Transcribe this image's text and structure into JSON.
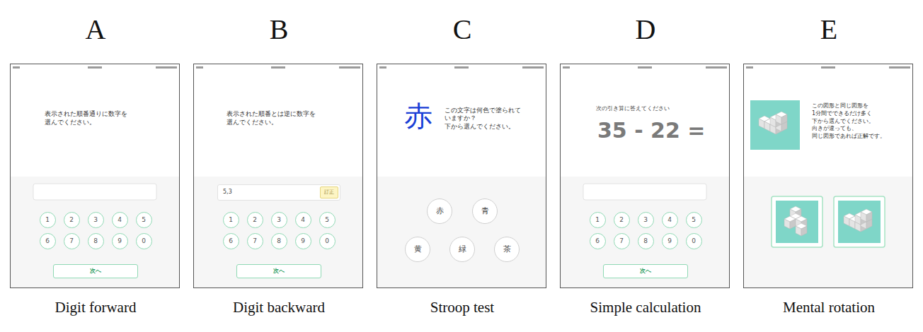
{
  "diagram": {
    "nodes": [
      {
        "text": [
          "A",
          "表示された順番通りに数字を 選んでください。",
          "Digit forward"
        ]
      },
      {
        "text": [
          "1"
        ],
        "in": 0
      },
      {
        "text": [
          "2"
        ],
        "in": 0
      },
      {
        "text": [
          "3"
        ],
        "in": 0
      },
      {
        "text": [
          "4"
        ],
        "in": 0
      },
      {
        "text": [
          "5"
        ],
        "in": 0
      },
      {
        "text": [
          "6"
        ],
        "in": 0
      },
      {
        "text": [
          "7"
        ],
        "in": 0
      },
      {
        "text": [
          "8"
        ],
        "in": 0
      },
      {
        "text": [
          "9"
        ],
        "in": 0
      },
      {
        "text": [
          "0"
        ],
        "in": 0
      },
      {
        "text": [
          "次へ"
        ],
        "in": 0
      },
      {
        "text": [
          "B",
          "表示された順番とは逆に数字を 選んでください。",
          "Digit backward"
        ]
      },
      {
        "text": [
          "5,3"
        ],
        "in": 12
      },
      {
        "text": [
          "訂正"
        ],
        "in": 13
      },
      {
        "text": [
          "1"
        ],
        "in": 12
      },
      {
        "text": [
          "2"
        ],
        "in": 12
      },
      {
        "text": [
          "3"
        ],
        "in": 12
      },
      {
        "text": [
          "4"
        ],
        "in": 12
      },
      {
        "text": [
          "5"
        ],
        "in": 12
      },
      {
        "text": [
          "6"
        ],
        "in": 12
      },
      {
        "text": [
          "7"
        ],
        "in": 12
      },
      {
        "text": [
          "8"
        ],
        "in": 12
      },
      {
        "text": [
          "9"
        ],
        "in": 12
      },
      {
        "text": [
          "0"
        ],
        "in": 12
      },
      {
        "text": [
          "次へ"
        ],
        "in": 12
      },
      {
        "text": [
          "C",
          "赤",
          "この文字は何色で塗られて いますか？ 下から選んでください。",
          "Stroop test"
        ]
      },
      {
        "text": [
          "赤"
        ],
        "in": 26
      },
      {
        "text": [
          "青"
        ],
        "in": 26
      },
      {
        "text": [
          "黄"
        ],
        "in": 26
      },
      {
        "text": [
          "緑"
        ],
        "in": 26
      },
      {
        "text": [
          "茶"
        ],
        "in": 26
      },
      {
        "text": [
          "D",
          "次の引き算に答えてください",
          "35 - 22 =",
          "Simple calculation"
        ]
      },
      {
        "text": [
          "1"
        ],
        "in": 32
      },
      {
        "text": [
          "2"
        ],
        "in": 32
      },
      {
        "text": [
          "3"
        ],
        "in": 32
      },
      {
        "text": [
          "4"
        ],
        "in": 32
      },
      {
        "text": [
          "5"
        ],
        "in": 32
      },
      {
        "text": [
          "6"
        ],
        "in": 32
      },
      {
        "text": [
          "7"
        ],
        "in": 32
      },
      {
        "text": [
          "8"
        ],
        "in": 32
      },
      {
        "text": [
          "9"
        ],
        "in": 32
      },
      {
        "text": [
          "0"
        ],
        "in": 32
      },
      {
        "text": [
          "次へ"
        ],
        "in": 32
      },
      {
        "text": [
          "E",
          "この図形と同じ図形を 1分間でできるだけ多く 下から選んでください。 向きが違っても、 同じ図形であれば正解です。",
          "Mental rotation"
        ]
      }
    ]
  }
}
